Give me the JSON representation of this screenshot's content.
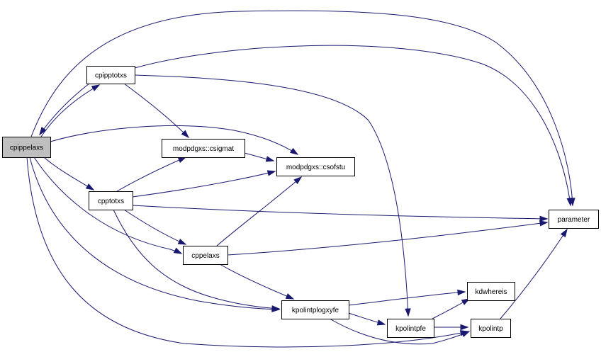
{
  "diagram": {
    "edge_color": "#191970",
    "root_fill": "#bfbfbf",
    "nodes": [
      {
        "id": "cpippelaxs",
        "label": "cpippelaxs",
        "root": true
      },
      {
        "id": "cpipptotxs",
        "label": "cpipptotxs"
      },
      {
        "id": "modpdgxs_csigmat",
        "label": "modpdgxs::csigmat"
      },
      {
        "id": "modpdgxs_csofstu",
        "label": "modpdgxs::csofstu"
      },
      {
        "id": "cpptotxs",
        "label": "cpptotxs"
      },
      {
        "id": "parameter",
        "label": "parameter"
      },
      {
        "id": "cppelaxs",
        "label": "cppelaxs"
      },
      {
        "id": "kdwhereis",
        "label": "kdwhereis"
      },
      {
        "id": "kpolintplogxyfe",
        "label": "kpolintplogxyfe"
      },
      {
        "id": "kpolintpfe",
        "label": "kpolintpfe"
      },
      {
        "id": "kpolintp",
        "label": "kpolintp"
      }
    ],
    "edges": [
      {
        "from": "cpippelaxs",
        "to": "cpipptotxs"
      },
      {
        "from": "cpippelaxs",
        "to": "parameter"
      },
      {
        "from": "cpippelaxs",
        "to": "modpdgxs_csofstu"
      },
      {
        "from": "cpippelaxs",
        "to": "cpptotxs"
      },
      {
        "from": "cpippelaxs",
        "to": "cppelaxs"
      },
      {
        "from": "cpippelaxs",
        "to": "kpolintplogxyfe"
      },
      {
        "from": "cpippelaxs",
        "to": "kpolintp"
      },
      {
        "from": "cpipptotxs",
        "to": "cpippelaxs"
      },
      {
        "from": "cpipptotxs",
        "to": "parameter"
      },
      {
        "from": "cpipptotxs",
        "to": "modpdgxs_csigmat"
      },
      {
        "from": "cpipptotxs",
        "to": "kpolintpfe"
      },
      {
        "from": "modpdgxs_csigmat",
        "to": "modpdgxs_csofstu"
      },
      {
        "from": "cpptotxs",
        "to": "modpdgxs_csigmat"
      },
      {
        "from": "cpptotxs",
        "to": "modpdgxs_csofstu"
      },
      {
        "from": "cpptotxs",
        "to": "parameter"
      },
      {
        "from": "cpptotxs",
        "to": "cppelaxs"
      },
      {
        "from": "cpptotxs",
        "to": "kpolintplogxyfe"
      },
      {
        "from": "cppelaxs",
        "to": "modpdgxs_csofstu"
      },
      {
        "from": "cppelaxs",
        "to": "parameter"
      },
      {
        "from": "cppelaxs",
        "to": "kpolintplogxyfe"
      },
      {
        "from": "kpolintplogxyfe",
        "to": "kdwhereis"
      },
      {
        "from": "kpolintplogxyfe",
        "to": "kpolintpfe"
      },
      {
        "from": "kpolintplogxyfe",
        "to": "kpolintp"
      },
      {
        "from": "kpolintpfe",
        "to": "kdwhereis"
      },
      {
        "from": "kpolintpfe",
        "to": "kpolintp"
      },
      {
        "from": "kpolintp",
        "to": "parameter"
      }
    ]
  }
}
